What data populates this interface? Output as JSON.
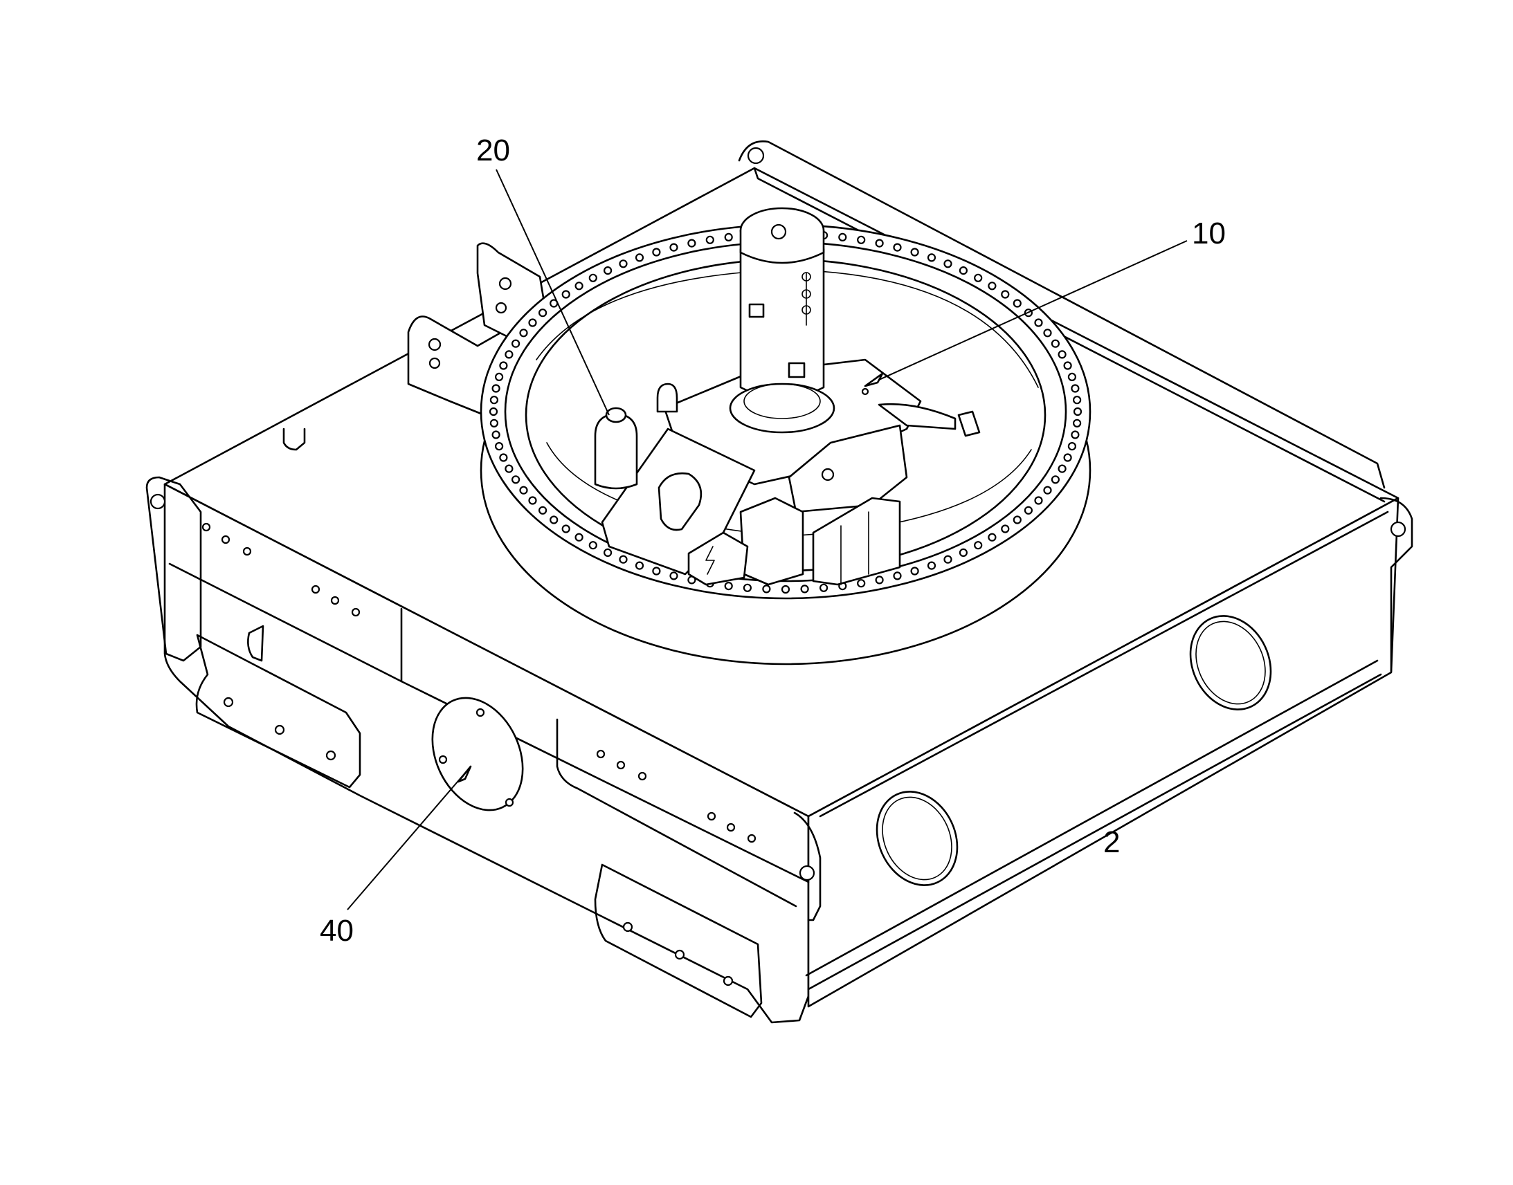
{
  "labels": {
    "ref_20": "20",
    "ref_10": "10",
    "ref_2": "2",
    "ref_40": "40"
  }
}
